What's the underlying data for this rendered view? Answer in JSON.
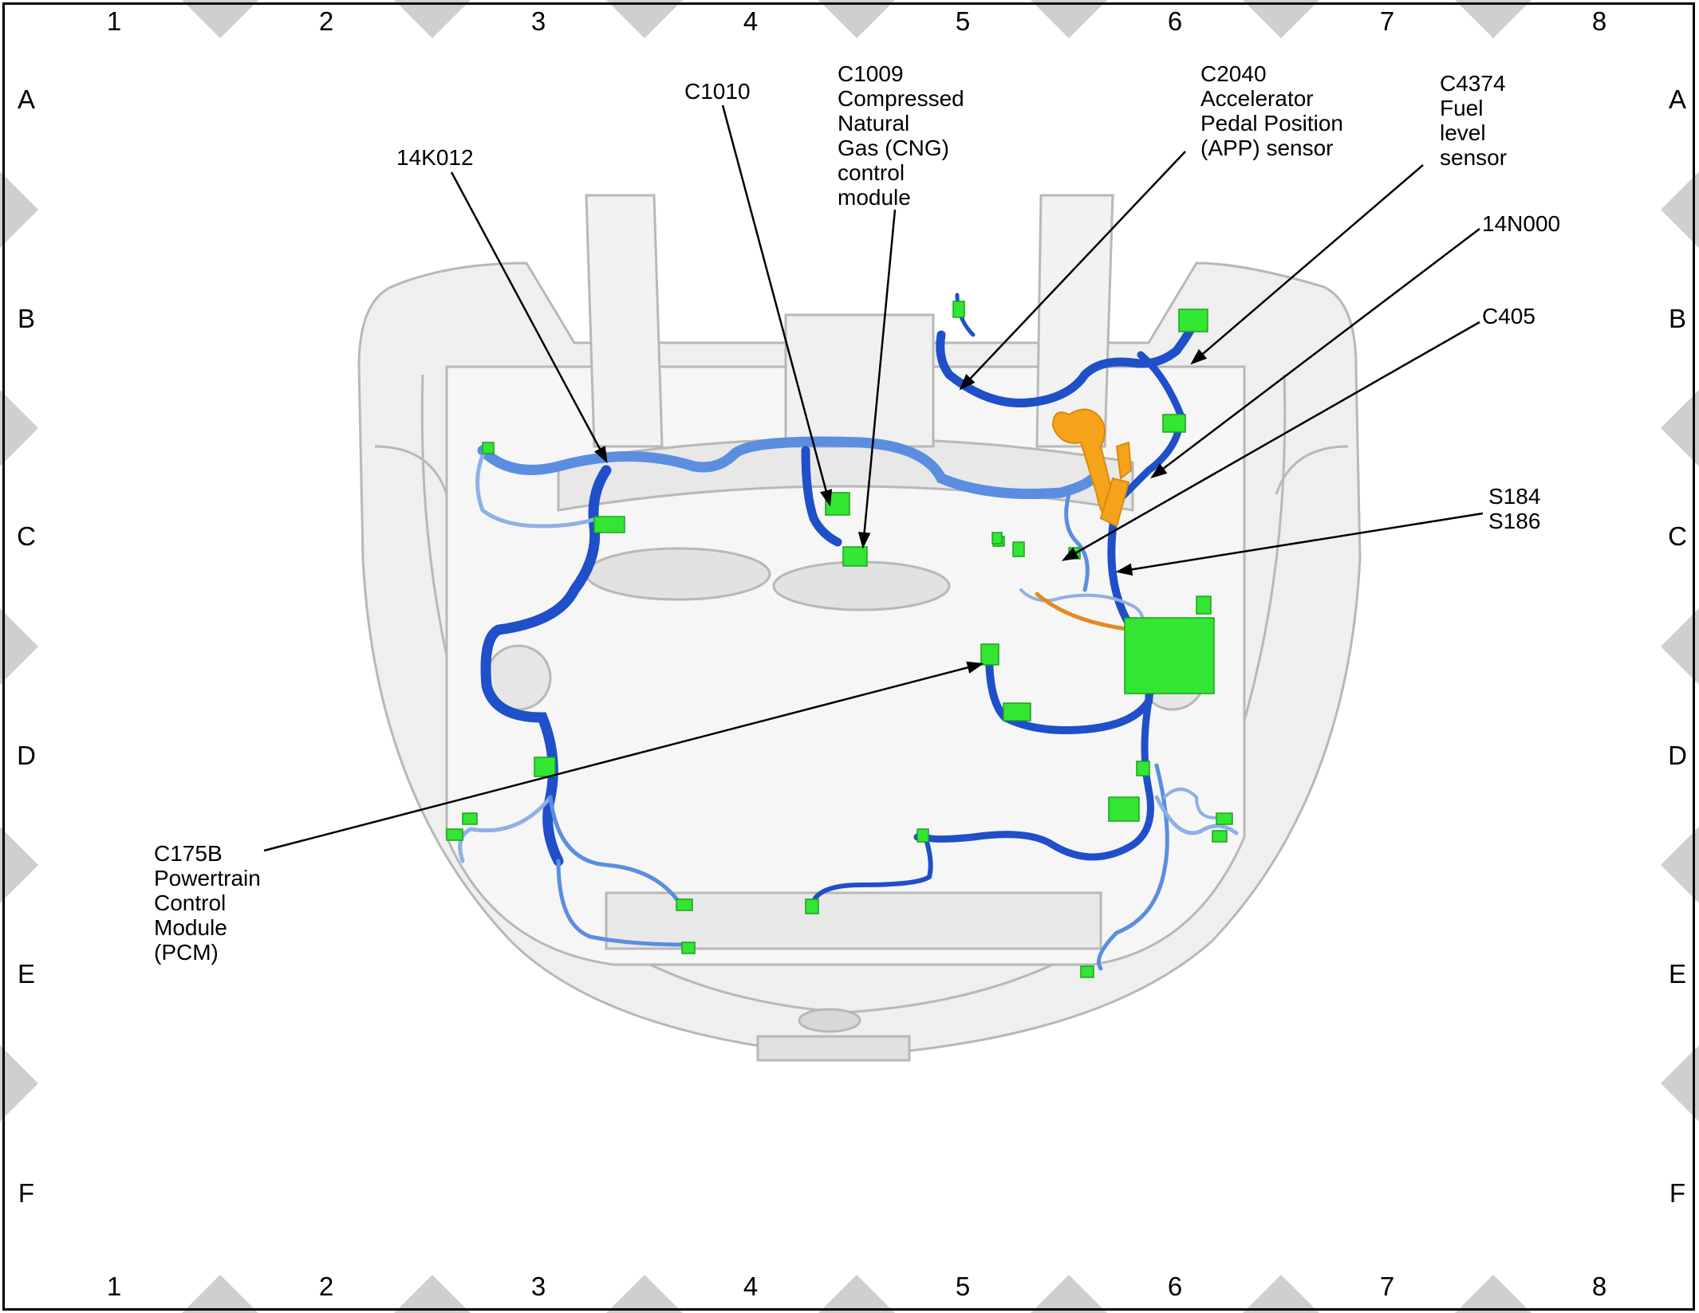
{
  "grid": {
    "columns": [
      "1",
      "2",
      "3",
      "4",
      "5",
      "6",
      "7",
      "8"
    ],
    "rows": [
      "A",
      "B",
      "C",
      "D",
      "E",
      "F"
    ]
  },
  "callouts": {
    "c1010": {
      "lines": [
        "C1010"
      ]
    },
    "c1009": {
      "lines": [
        "C1009",
        "Compressed",
        "Natural",
        "Gas (CNG)",
        "control",
        "module"
      ]
    },
    "c2040": {
      "lines": [
        "C2040",
        "Accelerator",
        "Pedal Position",
        "(APP) sensor"
      ]
    },
    "c4374": {
      "lines": [
        "C4374",
        "Fuel",
        "level",
        "sensor"
      ]
    },
    "k14k012": {
      "lines": [
        "14K012"
      ]
    },
    "n14n000": {
      "lines": [
        "14N000"
      ]
    },
    "c405": {
      "lines": [
        "C405"
      ]
    },
    "s184": {
      "lines": [
        "S184",
        "S186"
      ]
    },
    "c175b": {
      "lines": [
        "C175B",
        "Powertrain",
        "Control",
        "Module",
        "(PCM)"
      ]
    }
  },
  "colors": {
    "harness_main": "#1f4fc9",
    "harness_light": "#5b8ee0",
    "harness_pale": "#8fb0e6",
    "connector": "#33e633",
    "fuel_component": "#f5a31a",
    "body_outline": "#bdbdbd",
    "body_fill": "#ededed"
  }
}
